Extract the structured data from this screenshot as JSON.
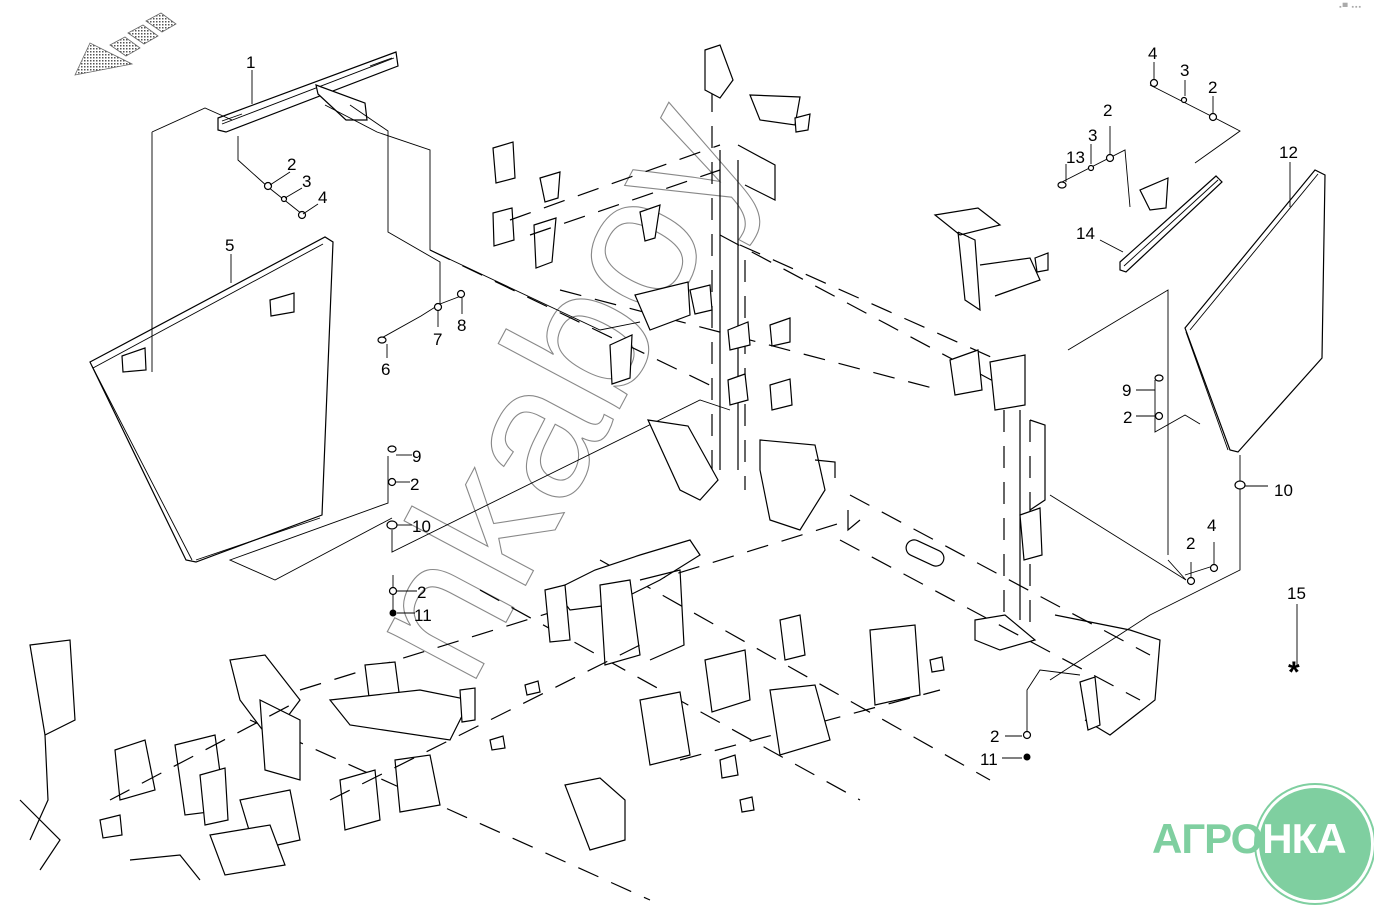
{
  "diagram": {
    "type": "exploded-parts-diagram",
    "direction_arrow": "direction-of-travel-arrow",
    "watermark": "nkaboy",
    "corner_mark": "▪▀ ▪▪▪",
    "callouts": [
      {
        "id": "c1",
        "label": "1"
      },
      {
        "id": "c2a",
        "label": "2"
      },
      {
        "id": "c3a",
        "label": "3"
      },
      {
        "id": "c4a",
        "label": "4"
      },
      {
        "id": "c5",
        "label": "5"
      },
      {
        "id": "c6",
        "label": "6"
      },
      {
        "id": "c7",
        "label": "7"
      },
      {
        "id": "c8",
        "label": "8"
      },
      {
        "id": "c9a",
        "label": "9"
      },
      {
        "id": "c2b",
        "label": "2"
      },
      {
        "id": "c10a",
        "label": "10"
      },
      {
        "id": "c2c",
        "label": "2"
      },
      {
        "id": "c11a",
        "label": "11"
      },
      {
        "id": "c4b",
        "label": "4"
      },
      {
        "id": "c3b",
        "label": "3"
      },
      {
        "id": "c2d",
        "label": "2"
      },
      {
        "id": "c2e",
        "label": "2"
      },
      {
        "id": "c3c",
        "label": "3"
      },
      {
        "id": "c13",
        "label": "13"
      },
      {
        "id": "c14",
        "label": "14"
      },
      {
        "id": "c12",
        "label": "12"
      },
      {
        "id": "c9b",
        "label": "9"
      },
      {
        "id": "c2f",
        "label": "2"
      },
      {
        "id": "c10b",
        "label": "10"
      },
      {
        "id": "c2g",
        "label": "2"
      },
      {
        "id": "c4c",
        "label": "4"
      },
      {
        "id": "c15",
        "label": "15"
      },
      {
        "id": "c15star",
        "label": "*"
      },
      {
        "id": "c2h",
        "label": "2"
      },
      {
        "id": "c11b",
        "label": "11"
      }
    ]
  },
  "logo": {
    "text_left": "АГРО",
    "text_right": "НКА",
    "color": "#7fcfa0"
  }
}
